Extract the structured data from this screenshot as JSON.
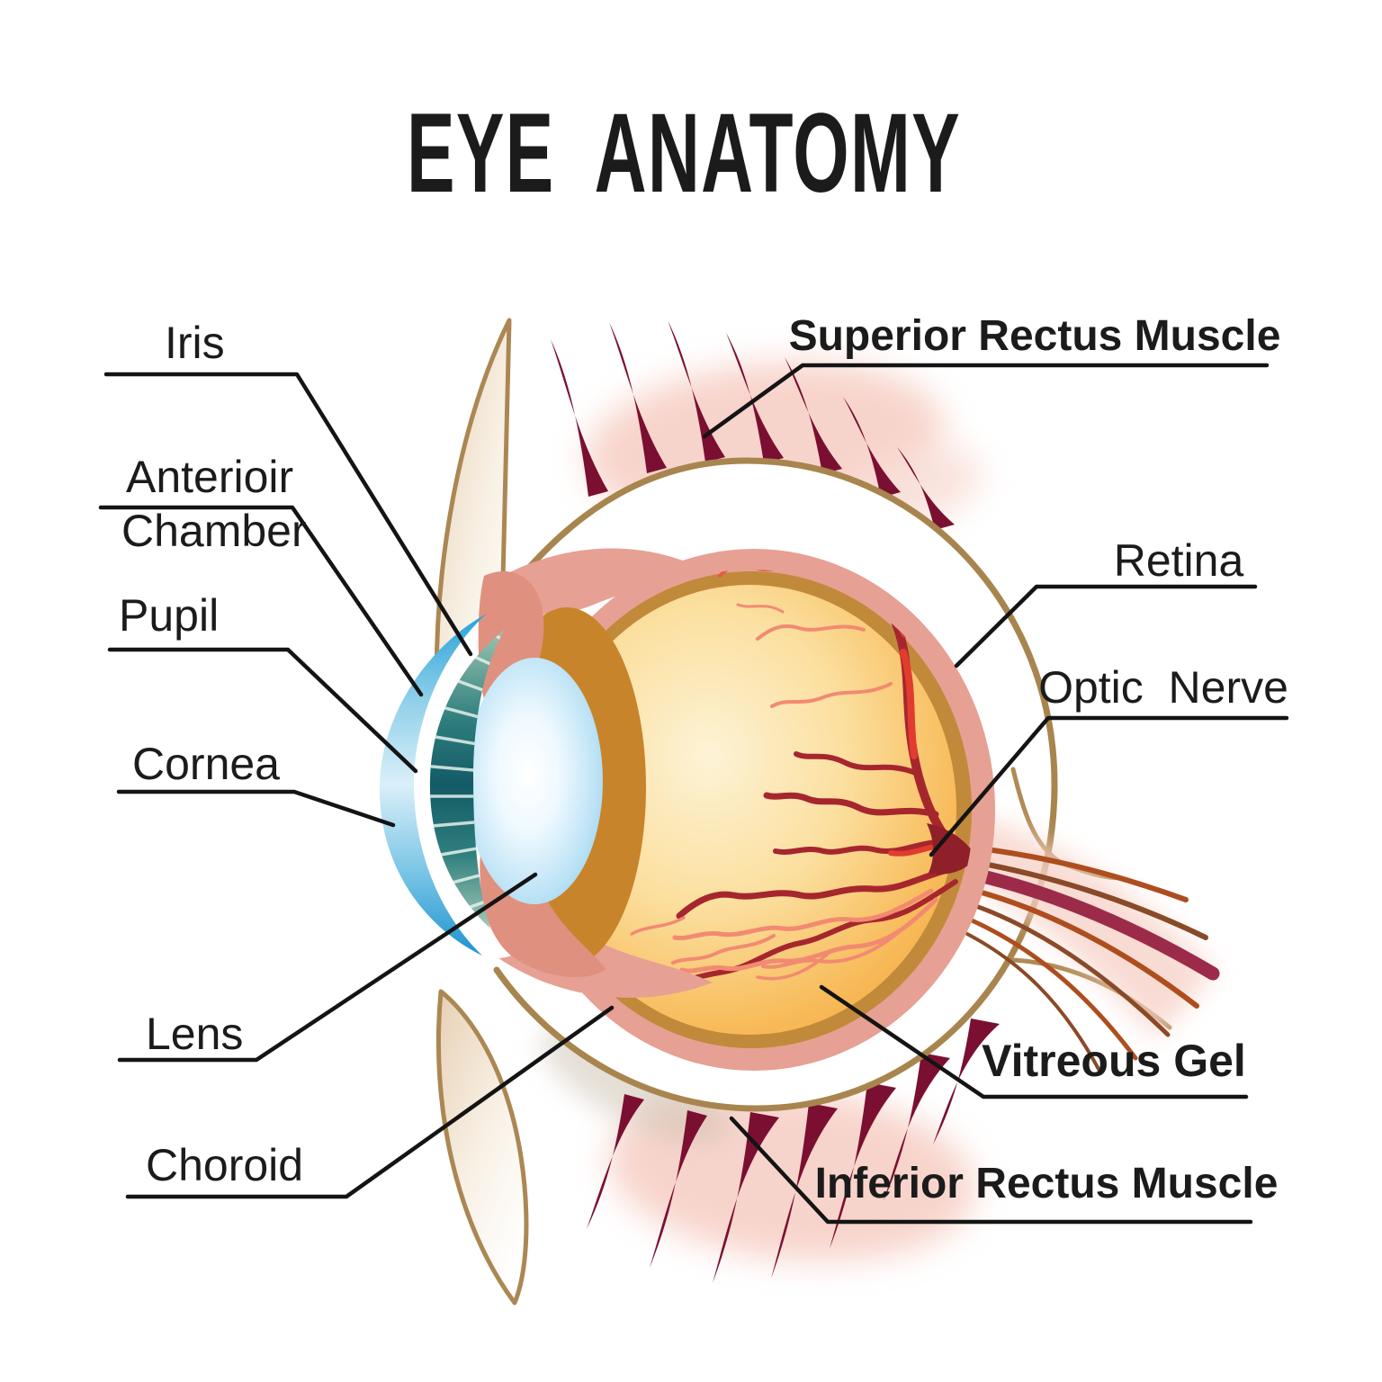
{
  "title": "EYE  ANATOMY",
  "labels": {
    "iris": "Iris",
    "anterior_chamber_line1": "Anterioir",
    "anterior_chamber_line2": "Chamber",
    "pupil": "Pupil",
    "cornea": "Cornea",
    "lens": "Lens",
    "choroid": "Choroid",
    "superior_rectus": "Superior Rectus Muscle",
    "retina": "Retina",
    "optic_nerve": "Optic  Nerve",
    "vitreous_gel": "Vitreous Gel",
    "inferior_rectus": "Inferior Rectus Muscle"
  },
  "colors": {
    "background": "#ffffff",
    "label_text": "#1b1b1b",
    "callout_line": "#141414",
    "sclera_outline": "#a8854e",
    "retina_pink": "#e7a094",
    "choroid_brown": "#c18a3b",
    "vitreous_orange": "#f3a93d",
    "vitreous_highlight": "#fdf1cf",
    "cornea_blue": "#219fd8",
    "iris_teal": "#14616d",
    "lens_blue": "#a5d8f4",
    "ciliary_pink": "#e0907f",
    "muscle_maroon": "#7a0f32",
    "vessel_dark_red": "#a6262e",
    "vessel_light_red": "#f28a72",
    "optic_nerve_rust": "#ae4d1e",
    "optic_nerve_maroon": "#9c2b49",
    "eyelid_cream": "#e7d0b4"
  }
}
